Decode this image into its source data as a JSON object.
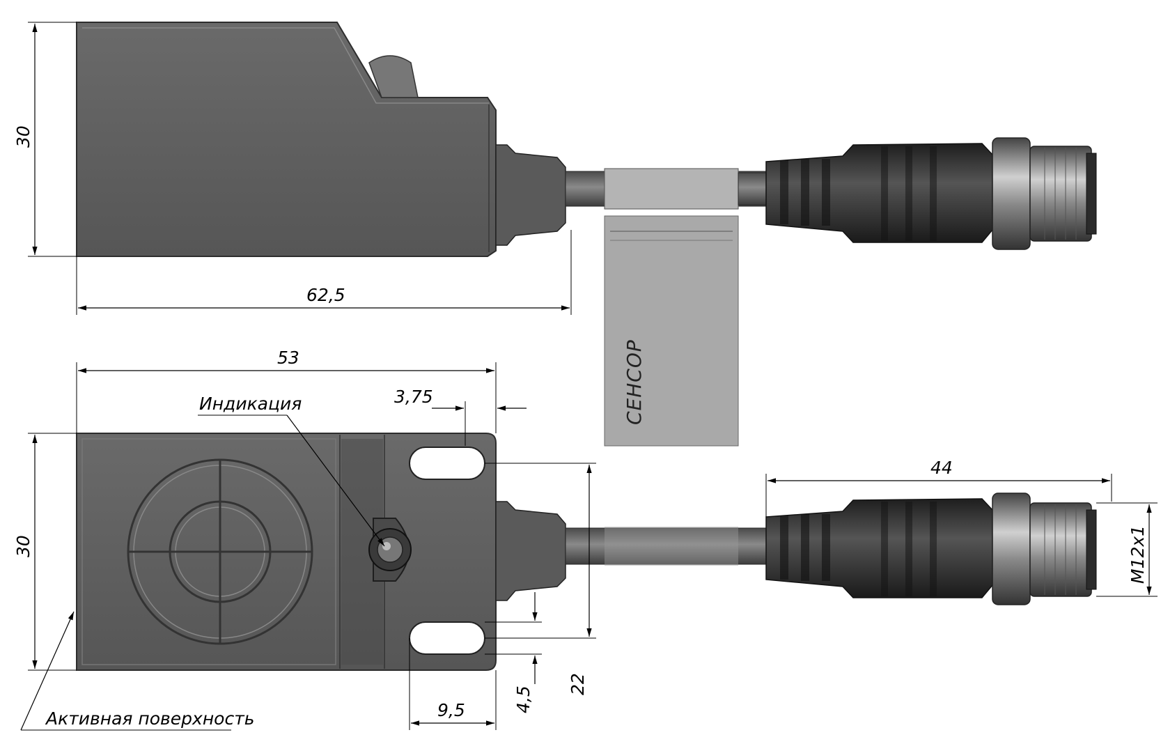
{
  "drawing": {
    "side_view": {
      "height_label": "30",
      "length_label": "62,5"
    },
    "front_view": {
      "width_label": "53",
      "height_label": "30",
      "edge_offset_label": "3,75",
      "hole_pitch_label": "22",
      "slot_width_label": "4,5",
      "slot_edge_label": "9,5",
      "connector_length_label": "44",
      "thread_label": "M12x1",
      "indicator_callout": "Индикация",
      "active_surface_callout": "Активная поверхность"
    },
    "cable_tag_text": "СЕНСОР"
  },
  "colors": {
    "body": "#5f5f5f",
    "body_edge": "#3a3a3a",
    "cable": "#6e6e6e",
    "tag": "#a9a9a9",
    "connector": "#2f2f2f",
    "metal": "#8c8c8c"
  }
}
